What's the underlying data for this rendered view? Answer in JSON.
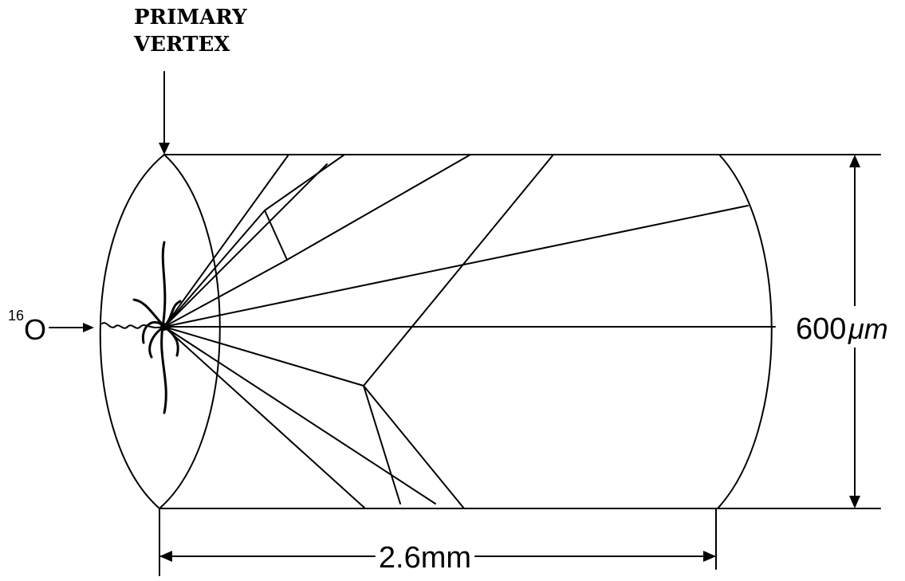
{
  "diagram": {
    "primary_vertex_label": [
      "PRIMARY",
      "VERTEX"
    ],
    "beam_label": {
      "superscript": "16",
      "nucleus": "O"
    },
    "width_label": {
      "value": "600",
      "unit": "μm"
    },
    "length_label": "2.6mm",
    "colors": {
      "ink": "#000000",
      "background": "#ffffff"
    }
  }
}
